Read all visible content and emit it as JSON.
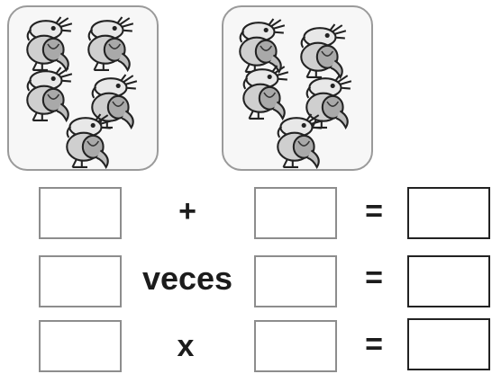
{
  "worksheet": {
    "rows": [
      {
        "operator": "+",
        "equals": "="
      },
      {
        "operator": "veces",
        "equals": "="
      },
      {
        "operator": "x",
        "equals": "="
      }
    ],
    "groups": [
      {
        "bird_count": 5
      },
      {
        "bird_count": 5
      }
    ],
    "icons": {
      "bird": "bird-icon"
    },
    "colors": {
      "ink": "#1c1c1c",
      "frame": "#9a9a9a",
      "bird_fill": "#c9c9c9"
    }
  }
}
